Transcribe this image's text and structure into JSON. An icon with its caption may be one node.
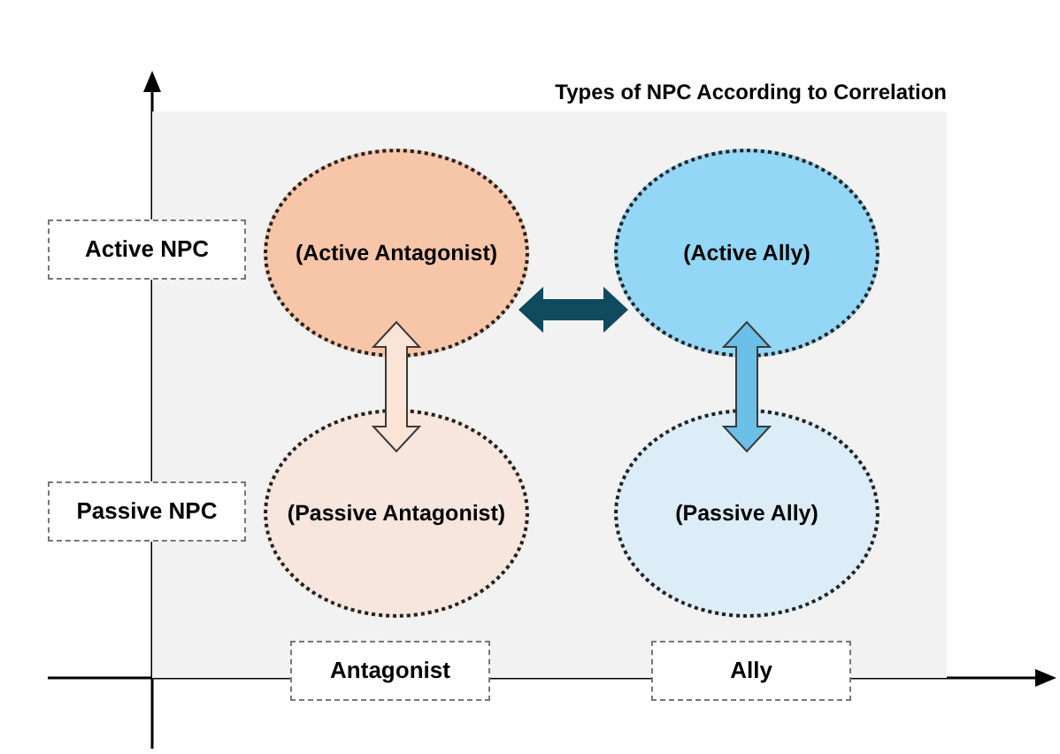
{
  "diagram": {
    "nodes": [
      {
        "text": [
          "Types of NPC According to Correlation"
        ]
      },
      {
        "text": [
          "(Active Antagonist)"
        ],
        "in": 0
      },
      {
        "text": [
          "(Active Ally)"
        ],
        "in": 0
      },
      {
        "text": [
          "(Passive Antagonist)"
        ],
        "in": 0
      },
      {
        "text": [
          "(Passive Ally)"
        ],
        "in": 0
      },
      {
        "text": [
          "Active NPC"
        ]
      },
      {
        "text": [
          "Passive NPC"
        ]
      },
      {
        "text": [
          "Antagonist"
        ]
      },
      {
        "text": [
          "Ally"
        ]
      }
    ],
    "edges": [
      {
        "from": 1,
        "to": 3,
        "arrow": "both",
        "color": "#fbe3d6"
      },
      {
        "from": 2,
        "to": 4,
        "arrow": "both",
        "color": "#6cbfe6"
      },
      {
        "from": 1,
        "to": 2,
        "arrow": "both",
        "color": "#0f4a5f"
      }
    ]
  }
}
